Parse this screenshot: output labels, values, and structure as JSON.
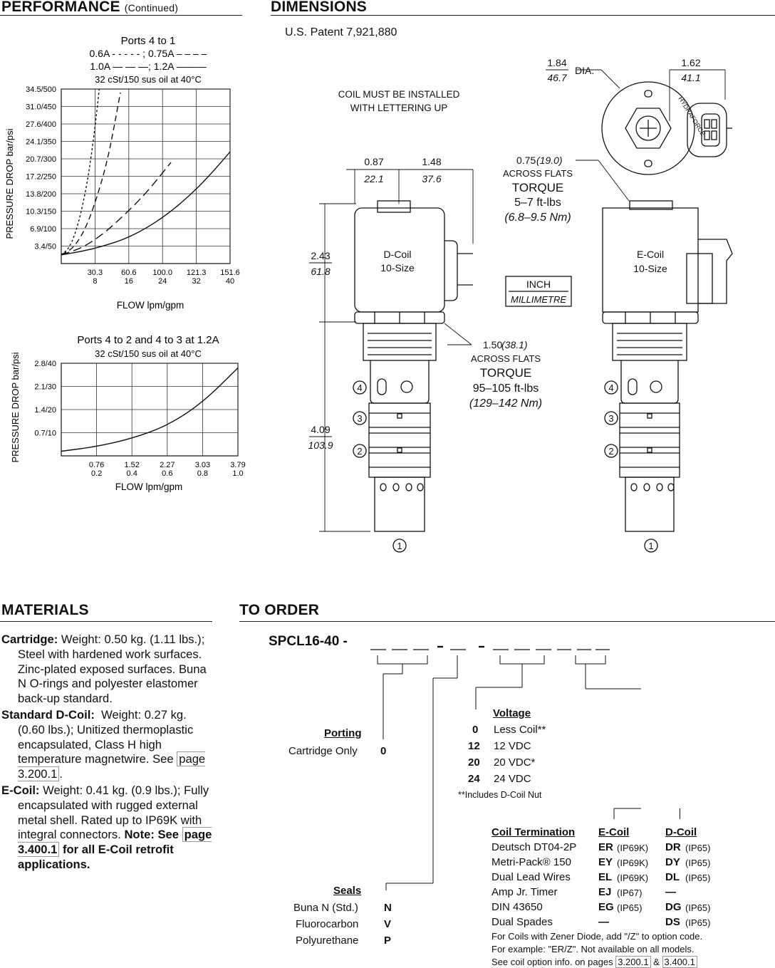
{
  "performance": {
    "title": "PERFORMANCE",
    "subtitle": "(Continued)"
  },
  "dimensions": {
    "title": "DIMENSIONS",
    "patent": "U.S. Patent 7,921,880",
    "coil_note_1": "COIL MUST BE INSTALLED",
    "coil_note_2": "WITH LETTERING UP",
    "dia_in": "1.84",
    "dia_mm": "46.7",
    "dia_label": "DIA.",
    "w162_in": "1.62",
    "w162_mm": "41.1",
    "w087_in": "0.87",
    "w087_mm": "22.1",
    "w148_in": "1.48",
    "w148_mm": "37.6",
    "h243_in": "2.43",
    "h243_mm": "61.8",
    "h409_in": "4.09",
    "h409_mm": "103.9",
    "flats075_a": "0.75",
    "flats075_b": "(19.0)",
    "across_flats": "ACROSS FLATS",
    "torque": "TORQUE",
    "torque_small": "5–7 ft-lbs",
    "torque_small_nm": "(6.8–9.5 Nm)",
    "flats150_a": "1.50",
    "flats150_b": "(38.1)",
    "torque_big": "95–105 ft-lbs",
    "torque_big_nm": "(129–142 Nm)",
    "dcoil_1": "D-Coil",
    "dcoil_2": "10-Size",
    "ecoil_1": "E-Coil",
    "ecoil_2": "10-Size",
    "unit_inch": "INCH",
    "unit_mm": "MILLIMETRE",
    "port_4": "4",
    "port_3": "3",
    "port_2": "2",
    "port_1": "1",
    "hydraforce": "HYDRAFORCE"
  },
  "chart_data": [
    {
      "type": "line",
      "title": "Ports 4 to 1",
      "legend_line1": "0.6A - - - - - ;  0.75A – – – –",
      "legend_line2": "1.0A — — —;  1.2A ———",
      "subtitle": "32 cSt/150 sus oil at 40°C",
      "xlabel": "FLOW lpm/gpm",
      "ylabel": "PRESSURE DROP bar/psi",
      "x_ticks_lpm": [
        "30.3",
        "60.6",
        "100.0",
        "121.3",
        "151.6"
      ],
      "x_ticks_gpm": [
        "8",
        "16",
        "24",
        "32",
        "40"
      ],
      "y_ticks": [
        "3.4/50",
        "6.9/100",
        "10.3/150",
        "13.8/200",
        "17.2/250",
        "20.7/300",
        "24.1/350",
        "27.6/400",
        "31.0/450",
        "34.5/500"
      ],
      "xlim_gpm": [
        0,
        40
      ],
      "ylim_psi": [
        0,
        500
      ],
      "grid": true,
      "series": [
        {
          "name": "0.6A",
          "dash": "3,3",
          "x": [
            0,
            2,
            4,
            6,
            7,
            8,
            9
          ],
          "y": [
            25,
            45,
            110,
            220,
            300,
            390,
            500
          ]
        },
        {
          "name": "0.75A",
          "dash": "8,5",
          "x": [
            0,
            3,
            6,
            9,
            11,
            12.5,
            14
          ],
          "y": [
            25,
            45,
            105,
            210,
            300,
            390,
            490
          ]
        },
        {
          "name": "1.0A",
          "dash": "12,6",
          "x": [
            0,
            5,
            10,
            15,
            20,
            26
          ],
          "y": [
            25,
            45,
            85,
            140,
            200,
            290
          ]
        },
        {
          "name": "1.2A",
          "dash": "",
          "x": [
            0,
            5,
            10,
            15,
            20,
            25,
            30,
            35,
            40
          ],
          "y": [
            25,
            35,
            50,
            70,
            100,
            140,
            190,
            250,
            320
          ]
        }
      ]
    },
    {
      "type": "line",
      "title": "Ports 4 to 2 and 4 to 3 at 1.2A",
      "subtitle": "32 cSt/150 sus oil at 40°C",
      "xlabel": "FLOW lpm/gpm",
      "ylabel": "PRESSURE DROP bar/psi",
      "x_ticks_lpm": [
        "0.76",
        "1.52",
        "2.27",
        "3.03",
        "3.79"
      ],
      "x_ticks_gpm": [
        "0.2",
        "0.4",
        "0.6",
        "0.8",
        "1.0"
      ],
      "y_ticks": [
        "0.7/10",
        "1.4/20",
        "2.1/30",
        "2.8/40"
      ],
      "xlim_gpm": [
        0,
        1.0
      ],
      "ylim_psi": [
        0,
        40
      ],
      "grid": true,
      "series": [
        {
          "name": "1.2A",
          "dash": "",
          "x": [
            0,
            0.2,
            0.4,
            0.6,
            0.8,
            1.0
          ],
          "y": [
            2,
            4,
            7.5,
            13,
            23,
            38
          ]
        }
      ]
    }
  ],
  "materials": {
    "title": "MATERIALS",
    "cartridge_label": "Cartridge:",
    "cartridge_text": "Weight: 0.50 kg. (1.11 lbs.); Steel with hardened work surfaces. Zinc-plated exposed surfaces. Buna N O-rings and polyester elastomer back-up standard.",
    "dcoil_label": "Standard D-Coil:",
    "dcoil_text": "Weight: 0.27 kg. (0.60 lbs.); Unitized thermoplastic encapsulated, Class H high temperature magnetwire. See",
    "dcoil_page": "page 3.200.1",
    "ecoil_label": "E-Coil:",
    "ecoil_text": "Weight: 0.41 kg. (0.9 lbs.); Fully encapsulated with rugged external metal shell. Rated up to IP69K with integral connectors.",
    "ecoil_note_a": "Note: See",
    "ecoil_page": "page 3.400.1",
    "ecoil_note_b": "for all E-Coil retrofit applications."
  },
  "order": {
    "title": "TO ORDER",
    "model": "SPCL16-40 -",
    "porting_h": "Porting",
    "porting_item": "Cartridge Only",
    "porting_code": "0",
    "voltage_h": "Voltage",
    "voltages": [
      {
        "code": "0",
        "label": "Less Coil**"
      },
      {
        "code": "12",
        "label": "12 VDC"
      },
      {
        "code": "20",
        "label": "20 VDC*"
      },
      {
        "code": "24",
        "label": "24 VDC"
      }
    ],
    "voltage_note": "**Includes D-Coil Nut",
    "seals_h": "Seals",
    "seals": [
      {
        "label": "Buna N (Std.)",
        "code": "N"
      },
      {
        "label": "Fluorocarbon",
        "code": "V"
      },
      {
        "label": "Polyurethane",
        "code": "P"
      }
    ],
    "term_h": "Coil Termination",
    "ecoil_h": "E-Coil",
    "dcoil_h": "D-Coil",
    "terms": [
      {
        "label": "Deutsch DT04-2P",
        "e": "ER",
        "erating": "(IP69K)",
        "d": "DR",
        "drating": "(IP65)"
      },
      {
        "label": "Metri-Pack® 150",
        "e": "EY",
        "erating": "(IP69K)",
        "d": "DY",
        "drating": "(IP65)"
      },
      {
        "label": "Dual Lead Wires",
        "e": "EL",
        "erating": "(IP69K)",
        "d": "DL",
        "drating": "(IP65)"
      },
      {
        "label": "Amp Jr. Timer",
        "e": "EJ",
        "erating": "(IP67)",
        "d": "—",
        "drating": ""
      },
      {
        "label": "DIN 43650",
        "e": "EG",
        "erating": "(IP65)",
        "d": "DG",
        "drating": "(IP65)"
      },
      {
        "label": "Dual Spades",
        "e": "—",
        "erating": "",
        "d": "DS",
        "drating": "(IP65)"
      }
    ],
    "zener_1": "For Coils with Zener Diode, add \"/Z\" to option code.",
    "zener_2": "For example: \"ER/Z\". Not available on all models.",
    "zener_3": "See coil option info. on pages",
    "zener_p1": "3.200.1",
    "zener_amp": "&",
    "zener_p2": "3.400.1"
  }
}
